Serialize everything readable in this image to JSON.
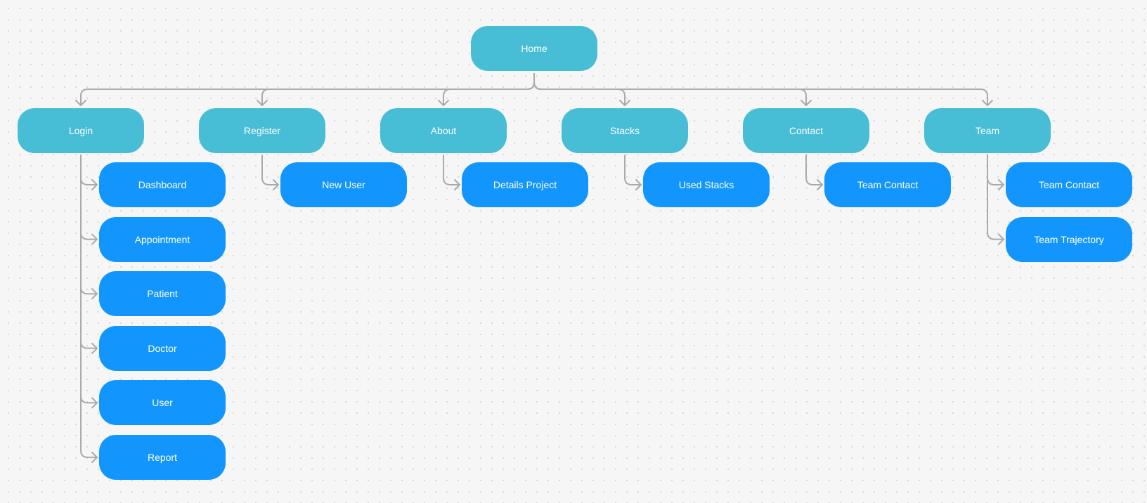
{
  "diagram": {
    "type": "sitemap",
    "root": {
      "id": "home",
      "label": "Home"
    },
    "sections": [
      {
        "id": "login",
        "label": "Login",
        "children": [
          {
            "id": "dashboard",
            "label": "Dashboard"
          },
          {
            "id": "appointment",
            "label": "Appointment"
          },
          {
            "id": "patient",
            "label": "Patient"
          },
          {
            "id": "doctor",
            "label": "Doctor"
          },
          {
            "id": "user",
            "label": "User"
          },
          {
            "id": "report",
            "label": "Report"
          }
        ]
      },
      {
        "id": "register",
        "label": "Register",
        "children": [
          {
            "id": "new-user",
            "label": "New User"
          }
        ]
      },
      {
        "id": "about",
        "label": "About",
        "children": [
          {
            "id": "details-project",
            "label": "Details Project"
          }
        ]
      },
      {
        "id": "stacks",
        "label": "Stacks",
        "children": [
          {
            "id": "used-stacks",
            "label": "Used Stacks"
          }
        ]
      },
      {
        "id": "contact",
        "label": "Contact",
        "children": [
          {
            "id": "team-contact",
            "label": "Team Contact"
          }
        ]
      },
      {
        "id": "team",
        "label": "Team",
        "children": [
          {
            "id": "team-contact",
            "label": "Team Contact"
          },
          {
            "id": "team-trajectory",
            "label": "Team Trajectory"
          }
        ]
      }
    ]
  },
  "colors": {
    "parent_node": "#48bdd6",
    "child_node": "#1296fd",
    "connector": "#aaaaaa",
    "background": "#f6f6f6",
    "grid_dot": "#d5d5d5",
    "node_text": "#ffffff"
  }
}
